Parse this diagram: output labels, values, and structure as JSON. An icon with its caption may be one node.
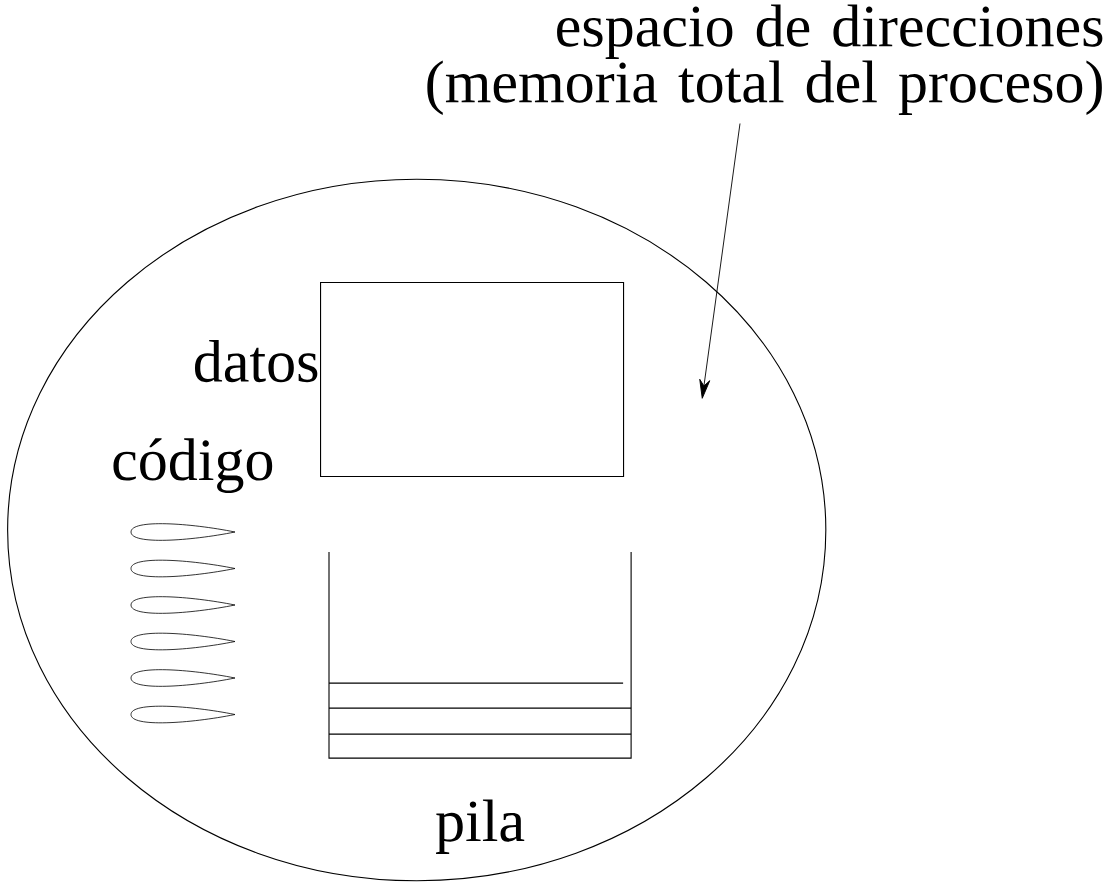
{
  "diagram": {
    "nodes": [
      {
        "text": [
          "espacio de direcciones (memoria total del proceso)"
        ]
      },
      {
        "text": [],
        "shape": "ellipse"
      },
      {
        "text": [
          "datos"
        ],
        "in": 1
      },
      {
        "text": [
          "código"
        ],
        "in": 1
      },
      {
        "text": [
          "pila"
        ],
        "in": 1
      }
    ],
    "edges": [
      {
        "from": 0,
        "to": 1,
        "arrow": "to"
      }
    ]
  }
}
